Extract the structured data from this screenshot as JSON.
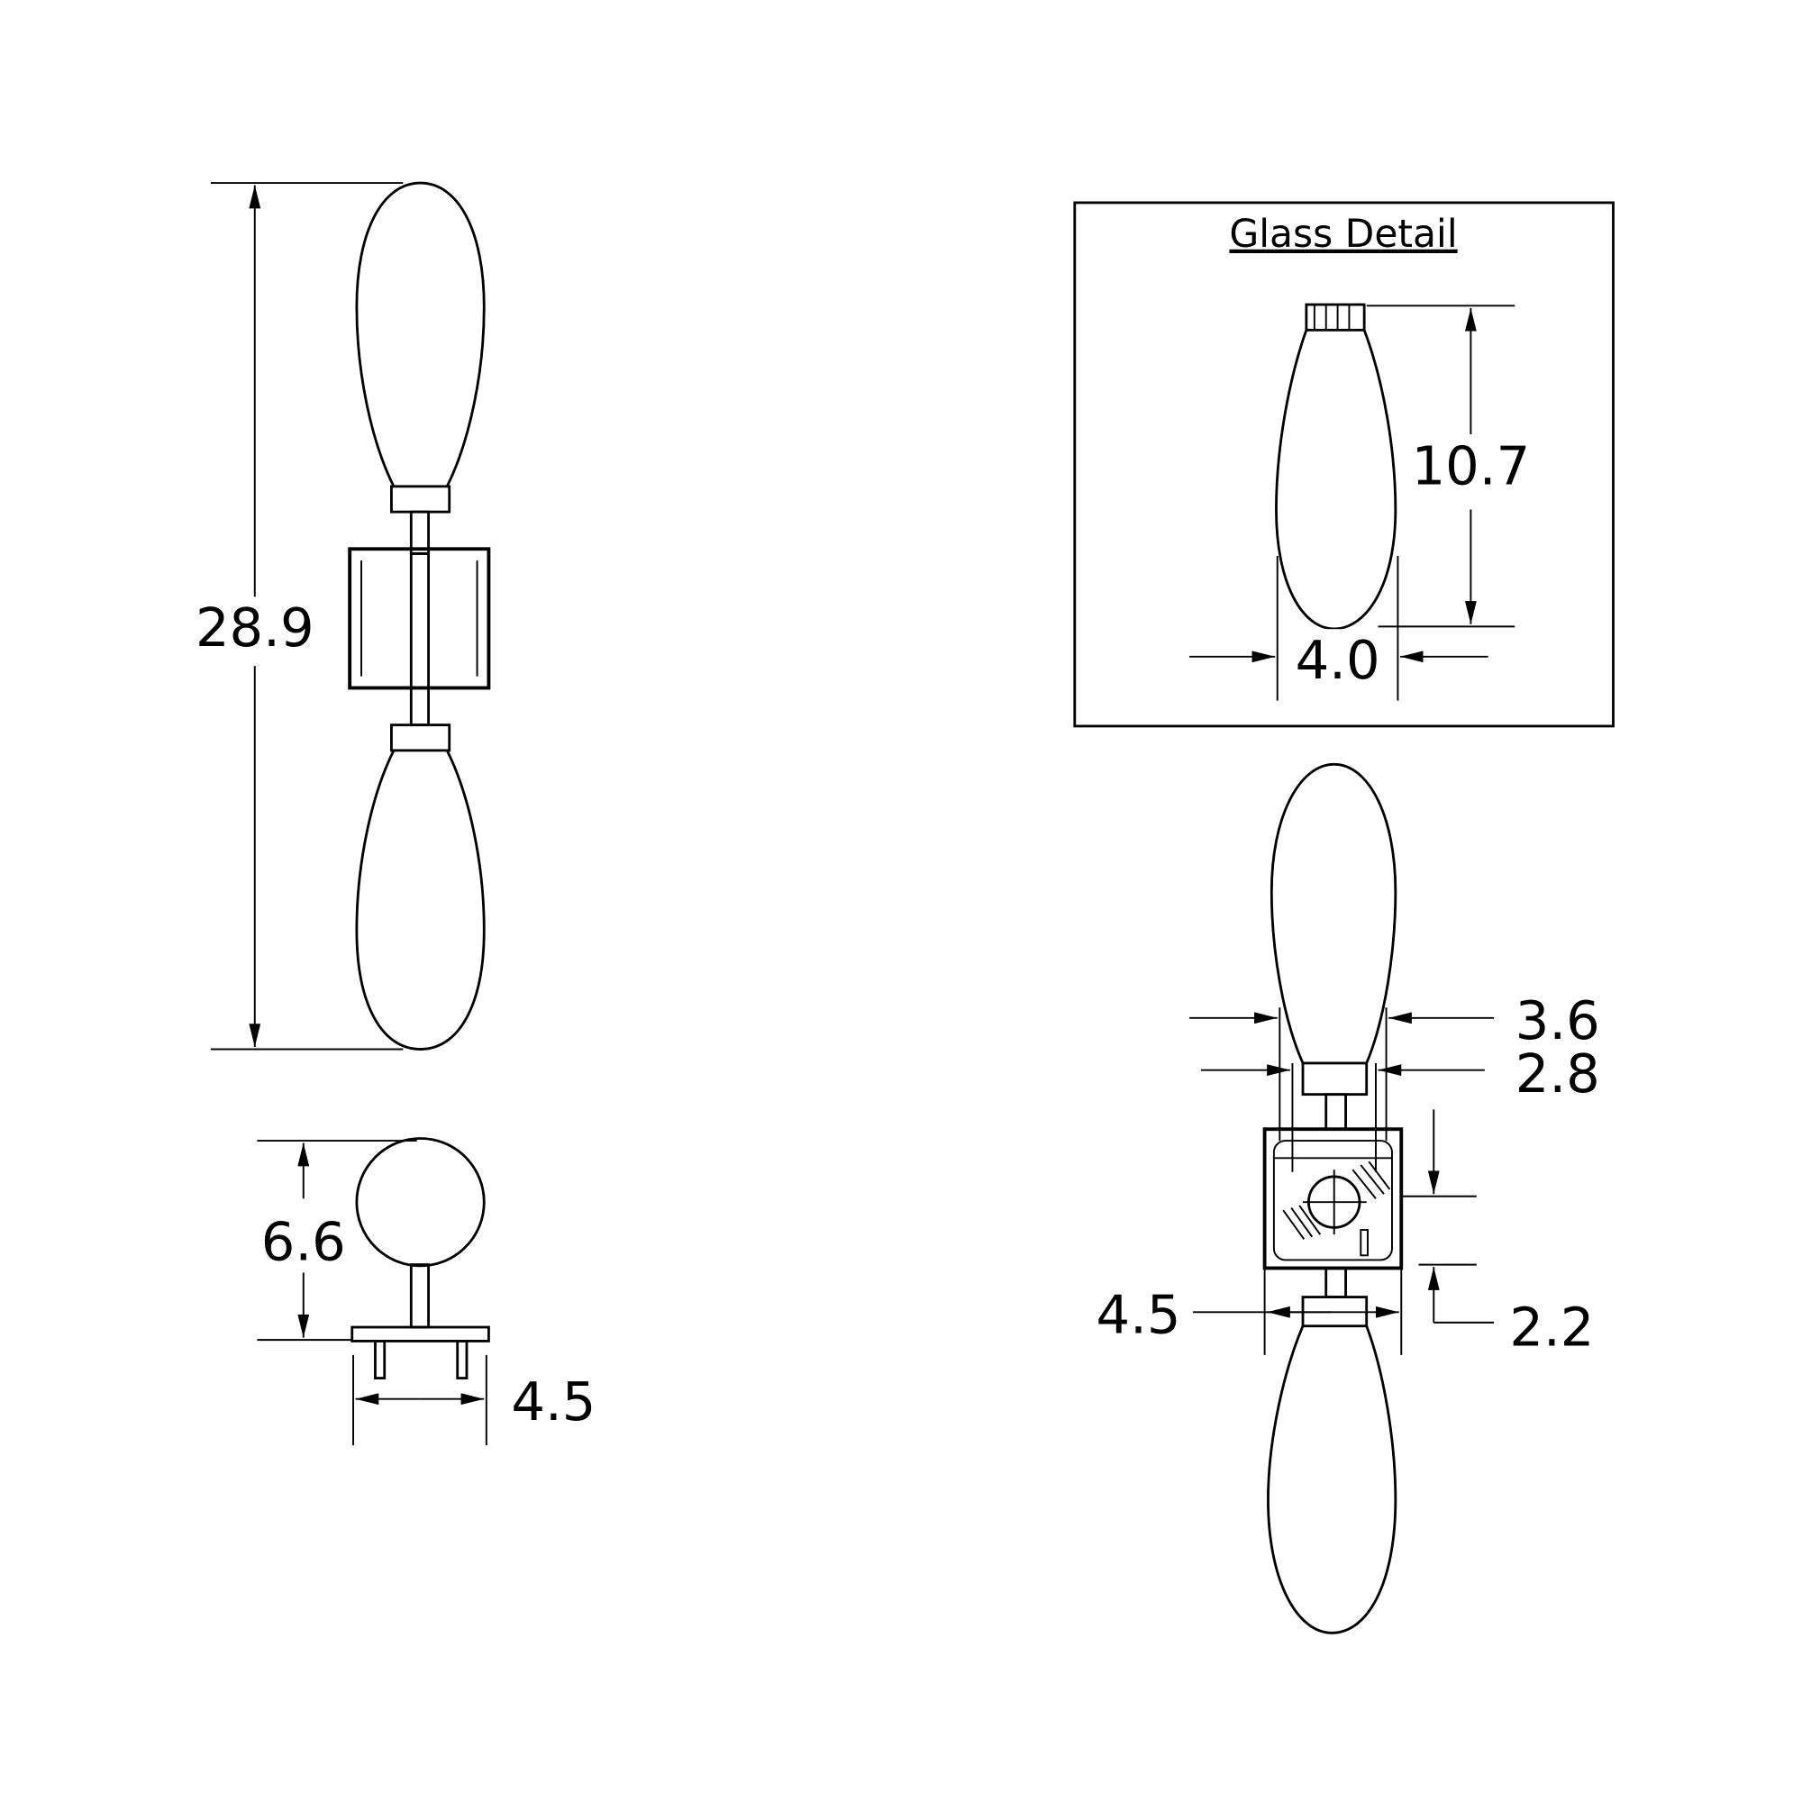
{
  "detail_box": {
    "title": "Glass Detail",
    "height_dim": "10.7",
    "width_dim": "4.0"
  },
  "front_view": {
    "overall_height_dim": "28.9"
  },
  "side_view": {
    "extension_dim": "6.6",
    "base_width_dim": "4.5"
  },
  "back_view": {
    "glass_width_dim": "3.6",
    "cap_width_dim": "2.8",
    "backplate_width_dim": "4.5",
    "mount_offset_dim": "2.2"
  },
  "colors": {
    "line": "#000000",
    "background": "#ffffff"
  }
}
